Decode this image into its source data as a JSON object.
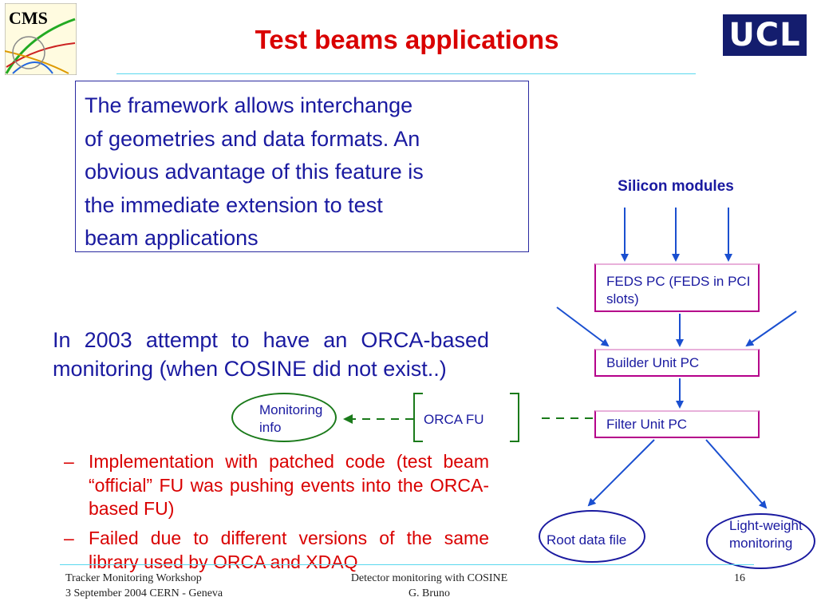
{
  "slide": {
    "title": "Test beams applications",
    "logos": {
      "left": "CMS",
      "right": "UCL"
    },
    "framework_box": {
      "lines": [
        "The framework allows interchange",
        "of geometries and data formats.  An",
        "obvious advantage of this feature is",
        "the immediate extension to test",
        "beam applications"
      ]
    },
    "orca_paragraph": "In 2003 attempt to have an ORCA-based monitoring (when COSINE did not exist..)",
    "bullets": [
      {
        "dash": "–",
        "text": "Implementation with patched code (test beam “official” FU was pushing events into the ORCA-based FU)"
      },
      {
        "dash": "–",
        "text": "Failed due to different versions of the same library used by ORCA and XDAQ"
      }
    ],
    "diagram": {
      "silicon_label": "Silicon modules",
      "feds_pc": "FEDS PC (FEDS in PCI slots)",
      "builder_unit": "Builder Unit PC",
      "filter_unit": "Filter Unit PC",
      "orca_fu": "ORCA FU",
      "monitoring_info": [
        "Monitoring",
        "info"
      ],
      "root_data_file": "Root data file",
      "light_weight_monitoring": [
        "Light-weight",
        "monitoring"
      ],
      "colors": {
        "blue": "#1a4fd0",
        "green": "#1a7a1a",
        "magenta": "#b5008a"
      }
    },
    "footer": {
      "left_line1": "Tracker Monitoring Workshop",
      "left_line2": "3 September 2004  CERN - Geneva",
      "center_line1": "Detector monitoring with COSINE",
      "center_line2": "G. Bruno",
      "page_number": "16"
    }
  }
}
